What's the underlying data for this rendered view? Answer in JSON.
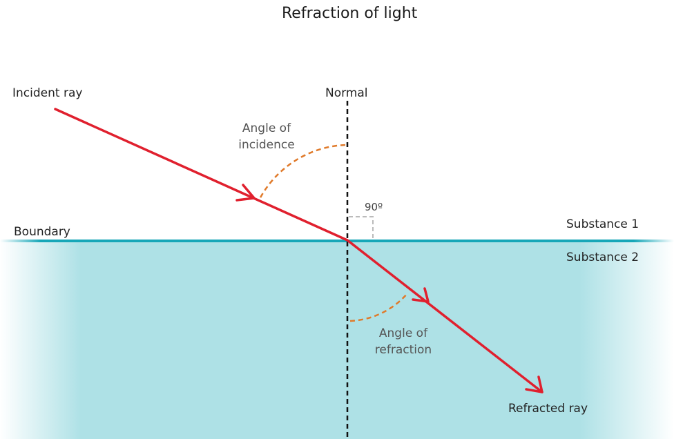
{
  "title": "Refraction of light",
  "labels": {
    "incident_ray": "Incident ray",
    "normal": "Normal",
    "angle_of_incidence": [
      "Angle of",
      "incidence"
    ],
    "right_angle": "90º",
    "boundary": "Boundary",
    "substance_1": "Substance 1",
    "substance_2": "Substance 2",
    "angle_of_refraction": [
      "Angle of",
      "refraction"
    ],
    "refracted_ray": "Refracted ray"
  },
  "colors": {
    "ray": "#e0202e",
    "angle_arc": "#e07a2a",
    "boundary_line": "#17a7b8",
    "substance_2_fill": "#aee1e6",
    "normal_line": "#111111",
    "right_angle_marker": "#bbbbbb"
  }
}
